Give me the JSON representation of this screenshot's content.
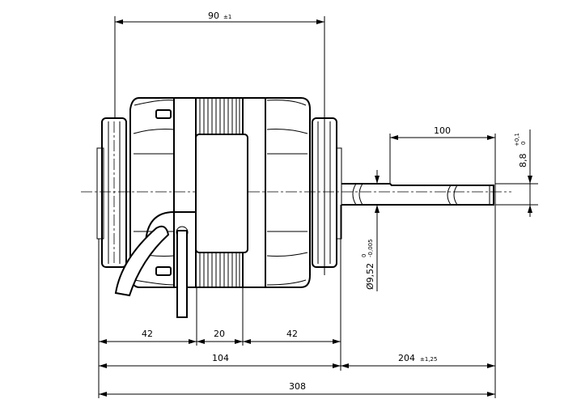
{
  "drawing": {
    "title": "Motor dimension drawing",
    "dimensions": {
      "flange_width": {
        "value": "90",
        "tolerance": "±1"
      },
      "shaft_flat_length": {
        "value": "100"
      },
      "shaft_flat_height": {
        "value": "8,8",
        "tol_upper": "+0,1",
        "tol_lower": "0"
      },
      "shaft_diameter": {
        "value": "Ø9,52",
        "tol_upper": "0",
        "tol_lower": "-0,005"
      },
      "left_section": {
        "value": "42"
      },
      "center_section": {
        "value": "20"
      },
      "right_section": {
        "value": "42"
      },
      "motor_length": {
        "value": "104"
      },
      "shaft_length": {
        "value": "204",
        "tolerance": "±1,25"
      },
      "overall_length": {
        "value": "308"
      }
    }
  }
}
